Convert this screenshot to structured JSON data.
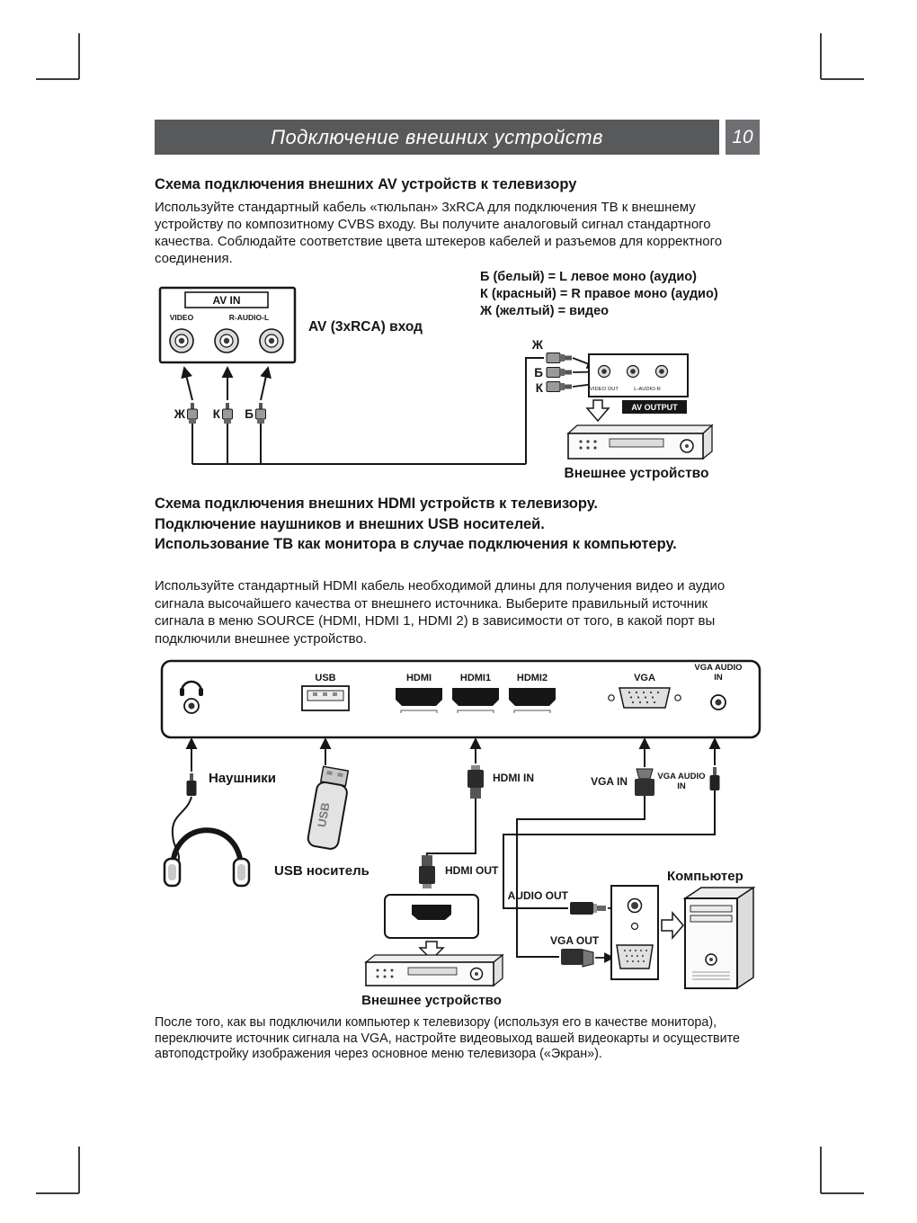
{
  "page": {
    "header_title": "Подключение внешних устройств",
    "page_number": "10"
  },
  "section_av": {
    "heading": "Схема подключения внешних AV устройств к телевизору",
    "body": "Используйте стандартный кабель «тюльпан» 3xRCA  для подключения ТВ к внешнему устройству по композитному CVBS входу. Вы получите аналоговый сигнал стандартного качества. Соблюдайте соответствие цвета штекеров кабелей и разъемов для корректного соединения."
  },
  "av_diagram": {
    "av_in": "AV IN",
    "video": "VIDEO",
    "r_audio_l": "R-AUDIO-L",
    "input_caption": "AV (3xRCA) вход",
    "legend_line1": "Б (белый) = L левое моно (аудио)",
    "legend_line2": "К (красный) = R правое моно (аудио)",
    "legend_line3": "Ж (желтый) = видео",
    "plug_yellow": "Ж",
    "plug_red": "К",
    "plug_white": "Б",
    "video_out": "VIDEO OUT",
    "l_audio_r": "L-AUDIO-R",
    "av_output": "AV OUTPUT",
    "device_caption": "Внешнее устройство"
  },
  "section_hdmi": {
    "heading1": "Схема подключения внешних HDMI устройств к телевизору.",
    "heading2": "Подключение наушников и внешних USB носителей.",
    "heading3": "Использование ТВ как монитора в случае подключения к компьютеру.",
    "body": "Используйте стандартный HDMI кабель необходимой длины для получения видео и аудио сигнала высочайшего качества от внешнего источника. Выберите правильный источник сигнала в меню SOURCE (HDMI, HDMI 1, HDMI 2) в зависимости от того, в какой порт вы подключили внешнее устройство."
  },
  "hdmi_diagram": {
    "usb": "USB",
    "hdmi": "HDMI",
    "hdmi1": "HDMI1",
    "hdmi2": "HDMI2",
    "vga": "VGA",
    "vga_audio_line1": "VGA AUDIO",
    "vga_audio_line2": "IN",
    "headphones": "Наушники",
    "usb_drive": "USB носитель",
    "usb_stick_text": "USB",
    "hdmi_in": "HDMI IN",
    "hdmi_out": "HDMI OUT",
    "vga_in": "VGA IN",
    "audio_out": "AUDIO OUT",
    "vga_out": "VGA OUT",
    "computer": "Компьютер",
    "device_caption": "Внешнее устройство"
  },
  "footer": {
    "body": "После того, как вы подключили компьютер к телевизору (используя его в качестве монитора), переключите источник сигнала на VGA, настройте видеовыход вашей видеокарты и осуществите автоподстройку изображения через основное меню телевизора («Экран»)."
  }
}
